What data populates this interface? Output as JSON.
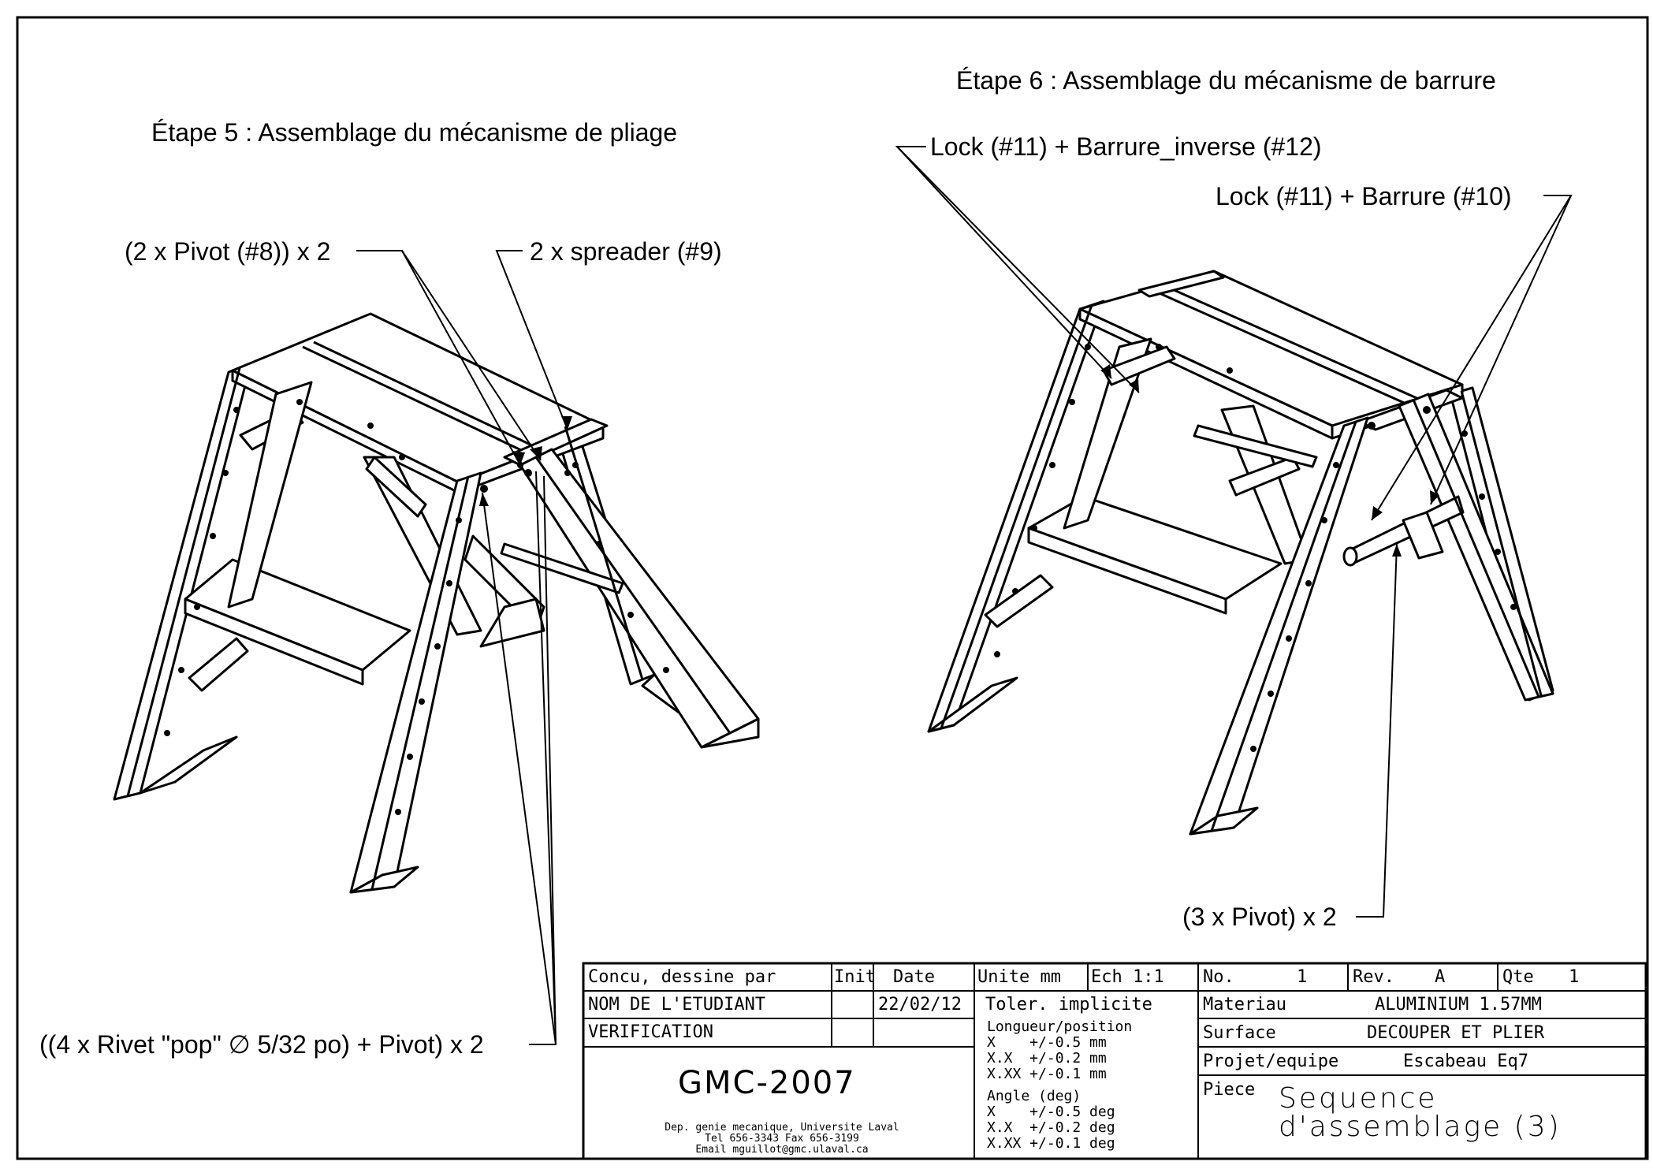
{
  "steps": {
    "step5_title": "Étape 5 : Assemblage du mécanisme de pliage",
    "step6_title": "Étape 6 : Assemblage du mécanisme de barrure"
  },
  "callouts": {
    "pivot8": "(2 x Pivot (#8)) x 2",
    "spreader9": "2 x spreader (#9)",
    "rivet_prefix": "((4 x Rivet \"pop\"",
    "rivet_symbol": "∅",
    "rivet_suffix": "5/32 po) + Pivot) x 2",
    "lock_inverse": "Lock (#11) + Barrure_inverse (#12)",
    "lock_barrure": "Lock (#11) + Barrure (#10)",
    "pivot3": "(3 x Pivot) x 2"
  },
  "title_block": {
    "concu_label": "Concu, dessine par",
    "init_label": "Init",
    "date_label": "Date",
    "unite_label": "Unite mm",
    "ech_label": "Ech 1:1",
    "no_label": "No.",
    "no_value": "1",
    "rev_label": "Rev.",
    "rev_value": "A",
    "qte_label": "Qte",
    "qte_value": "1",
    "student_name": "NOM DE L'ETUDIANT",
    "date_value": "22/02/12",
    "toler": "Toler. implicite",
    "materiau_label": "Materiau",
    "materiau_value": "ALUMINIUM 1.57MM",
    "verification": "VERIFICATION",
    "longueur": "Longueur/position",
    "tol_x": "X    +/-0.5 mm",
    "tol_xx": "X.X  +/-0.2 mm",
    "tol_xxx": "X.XX +/-0.1 mm",
    "angle": "Angle (deg)",
    "ang_x": "X    +/-0.5 deg",
    "ang_xx": "X.X  +/-0.2 deg",
    "ang_xxx": "X.XX +/-0.1 deg",
    "surface_label": "Surface",
    "surface_value": "DECOUPER ET PLIER",
    "projet_label": "Projet/equipe",
    "projet_value": "Escabeau Eq7",
    "piece_label": "Piece",
    "piece_line1": "Sequence",
    "piece_line2": "d'assemblage (3)",
    "course": "GMC-2007",
    "dept_line1": "Dep. genie mecanique, Universite Laval",
    "dept_line2": "Tel 656-3343  Fax 656-3199",
    "dept_line3": "Email mguillot@gmc.ulaval.ca"
  }
}
